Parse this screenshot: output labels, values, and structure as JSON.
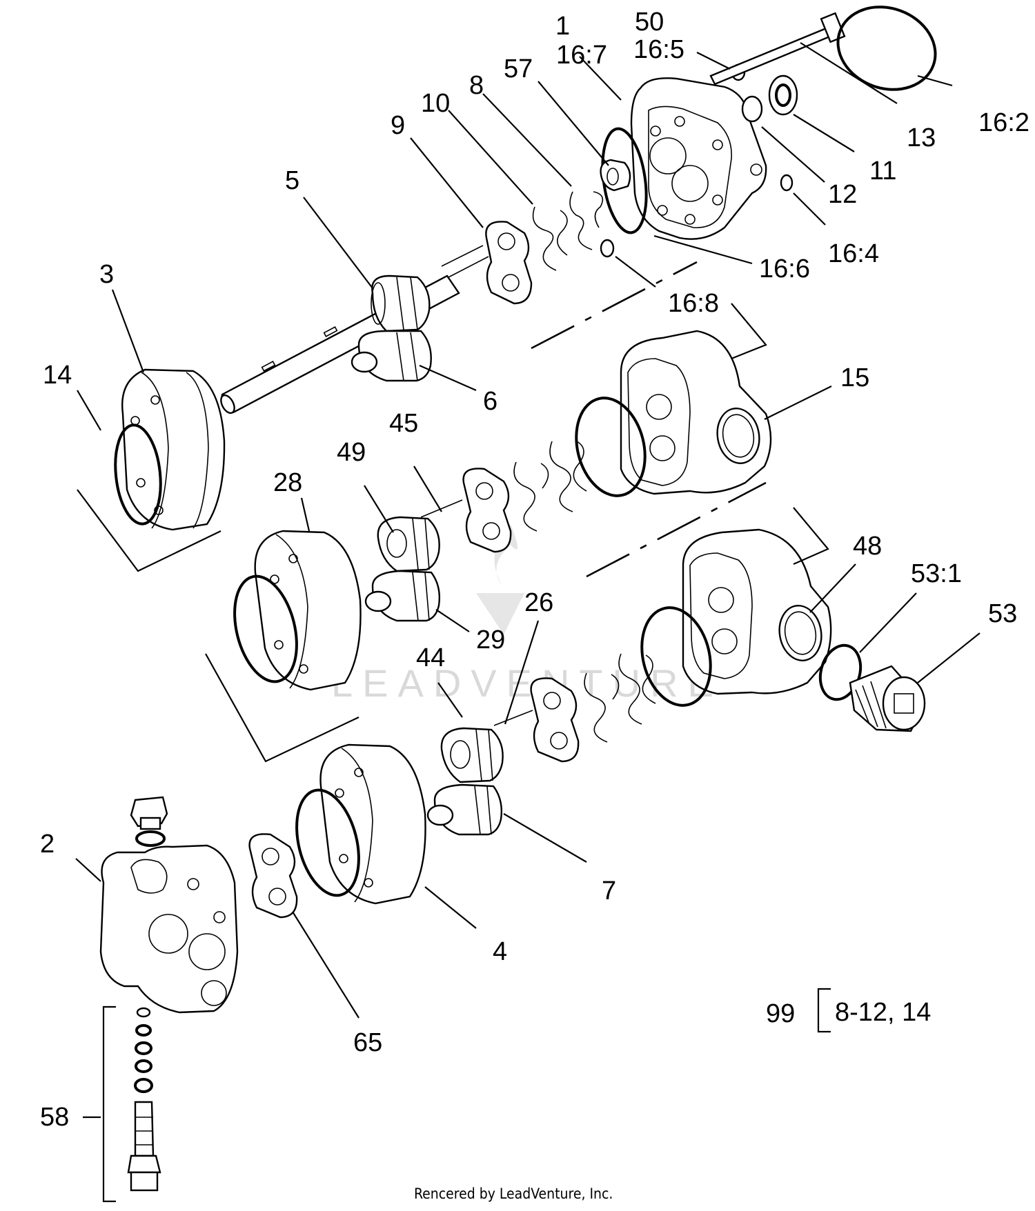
{
  "labels": {
    "l1": "1",
    "l50": "50",
    "l16_7": "16:7",
    "l16_5": "16:5",
    "l57": "57",
    "l8": "8",
    "l10": "10",
    "l9": "9",
    "l5": "5",
    "l13": "13",
    "l16_2": "16:2",
    "l11": "11",
    "l12": "12",
    "l16_4": "16:4",
    "l16_6": "16:6",
    "l16_8": "16:8",
    "l3": "3",
    "l14": "14",
    "l6": "6",
    "l15": "15",
    "l45": "45",
    "l49": "49",
    "l28": "28",
    "l26": "26",
    "l29": "29",
    "l48": "48",
    "l53_1": "53:1",
    "l53": "53",
    "l44": "44",
    "l2": "2",
    "l7": "7",
    "l4": "4",
    "l65": "65",
    "l58": "58",
    "l99": "99"
  },
  "kit_contents": "8-12, 14",
  "watermark": "LEADVENTURE",
  "footer": "Rencered by LeadVenture, Inc."
}
